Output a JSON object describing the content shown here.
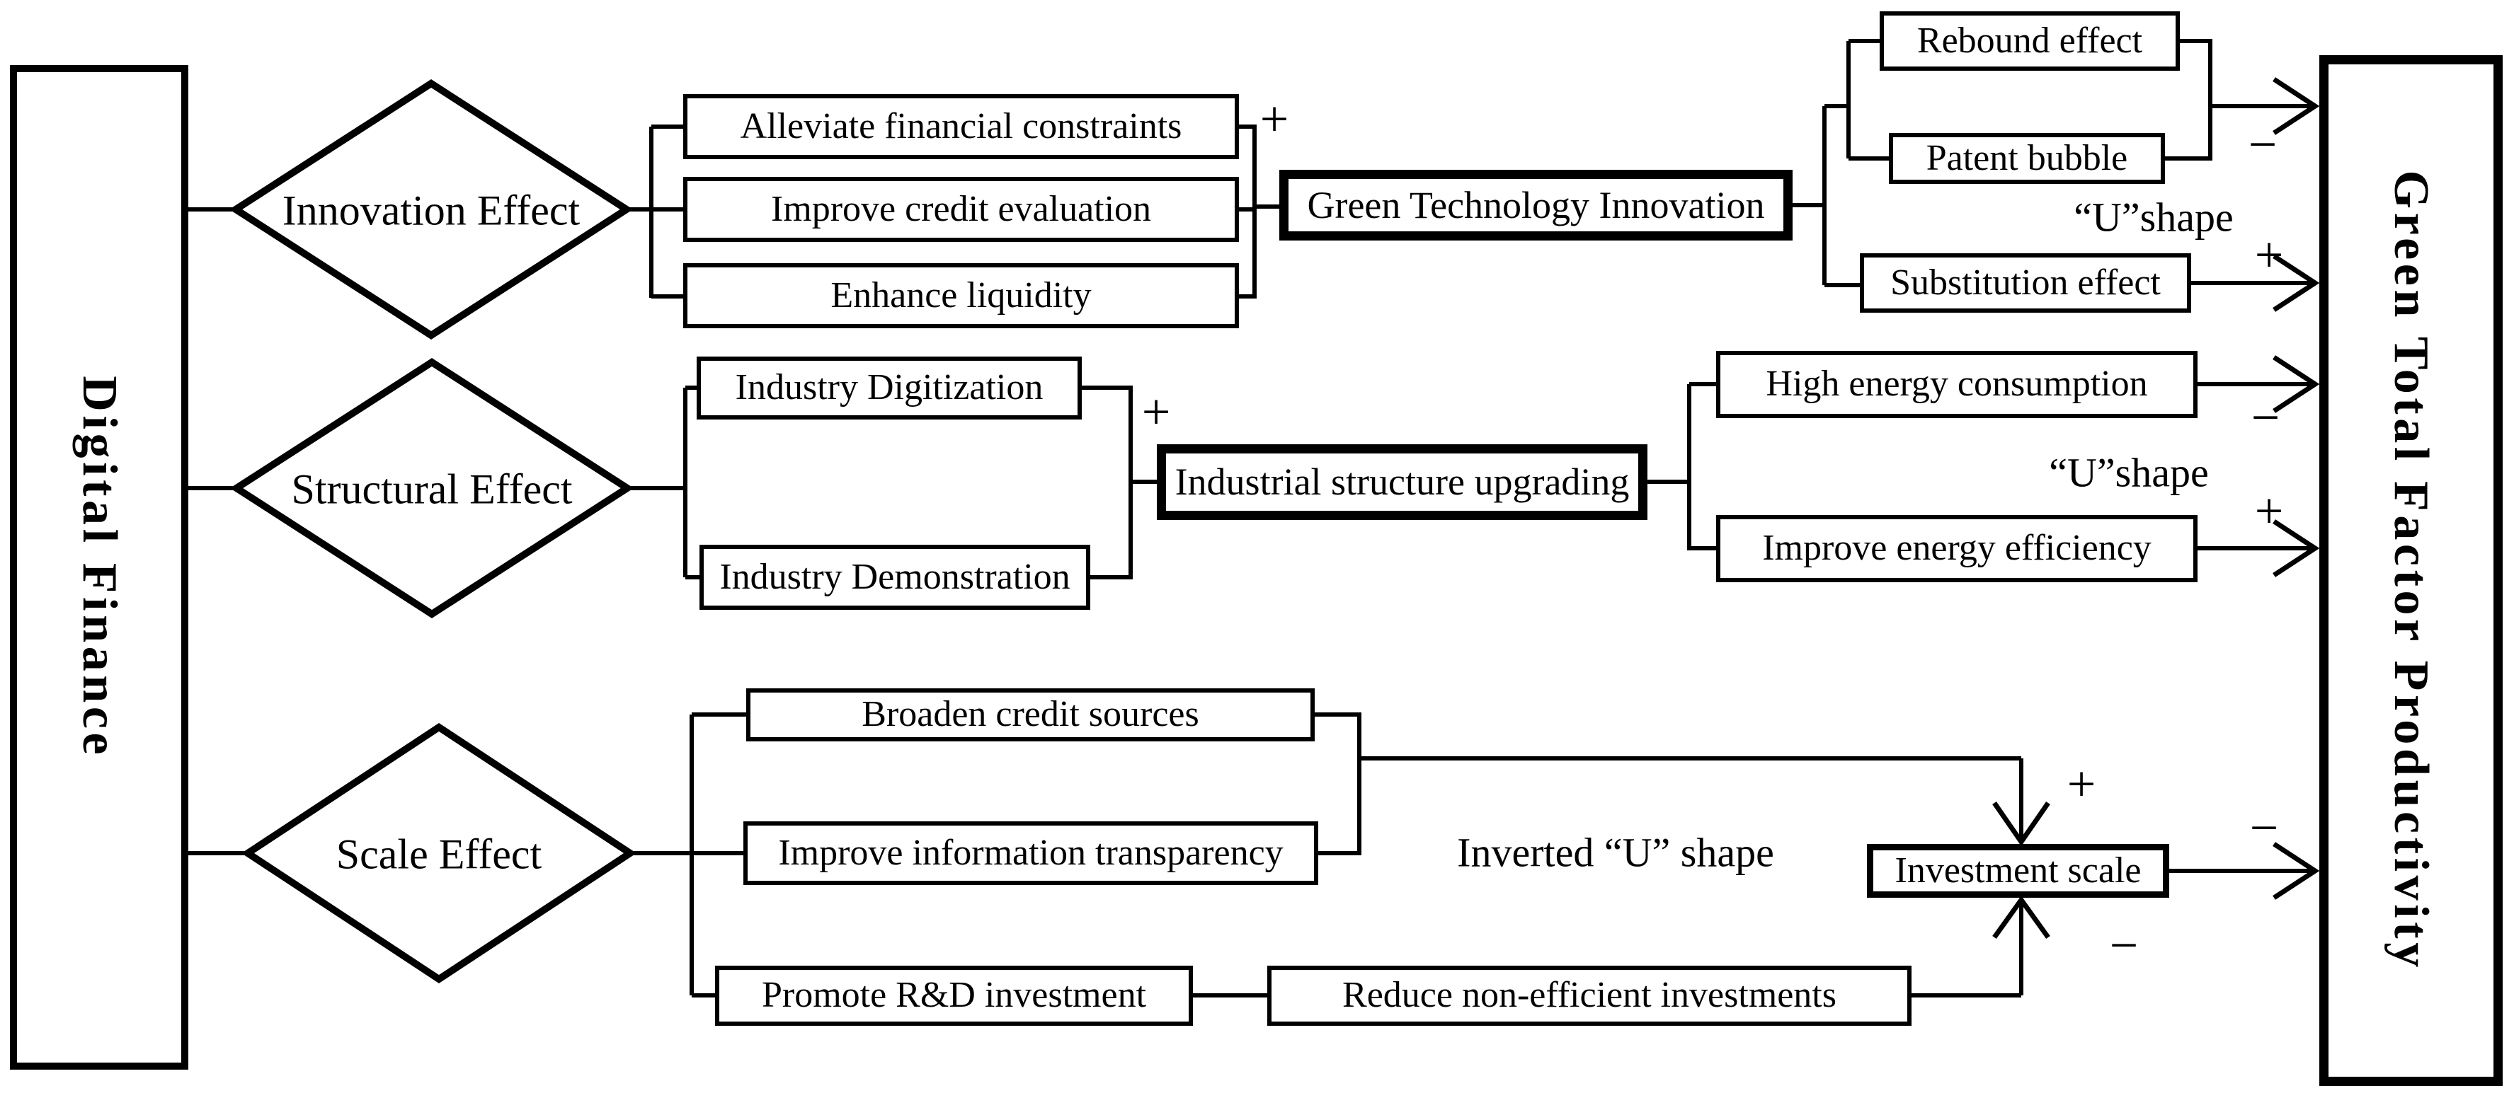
{
  "colors": {
    "ink": "#000000",
    "background": "#ffffff"
  },
  "nodes": {
    "digital_finance": "Digital Finance",
    "gtfp": "Green Total Factor Productivity",
    "innovation_effect": "Innovation Effect",
    "structural_effect": "Structural Effect",
    "scale_effect": "Scale Effect",
    "alleviate": "Alleviate financial constraints",
    "credit_eval": "Improve credit evaluation",
    "liquidity": "Enhance liquidity",
    "gti": "Green Technology Innovation",
    "rebound": "Rebound effect",
    "patent": "Patent bubble",
    "substitution": "Substitution effect",
    "industry_digitization": "Industry Digitization",
    "industry_demonstration": "Industry Demonstration",
    "isu": "Industrial structure upgrading",
    "high_energy": "High energy consumption",
    "energy_efficiency": "Improve energy efficiency",
    "broaden": "Broaden credit sources",
    "info_transparency": "Improve information transparency",
    "promote_rd": "Promote R&D investment",
    "reduce_invest": "Reduce non-efficient investments",
    "investment_scale": "Investment scale"
  },
  "labels": {
    "u_shape_innovation": "“U”shape",
    "u_shape_structural": "“U”shape",
    "inverted_u_scale": "Inverted “U” shape"
  },
  "signs": {
    "plus_gti_input": "+",
    "minus_rebound_patent": "−",
    "plus_substitution": "+",
    "plus_isu_input": "+",
    "minus_high_energy": "−",
    "plus_energy_efficiency": "+",
    "plus_investment_top": "+",
    "minus_investment_out": "−",
    "minus_reduce_bottom": "−"
  }
}
